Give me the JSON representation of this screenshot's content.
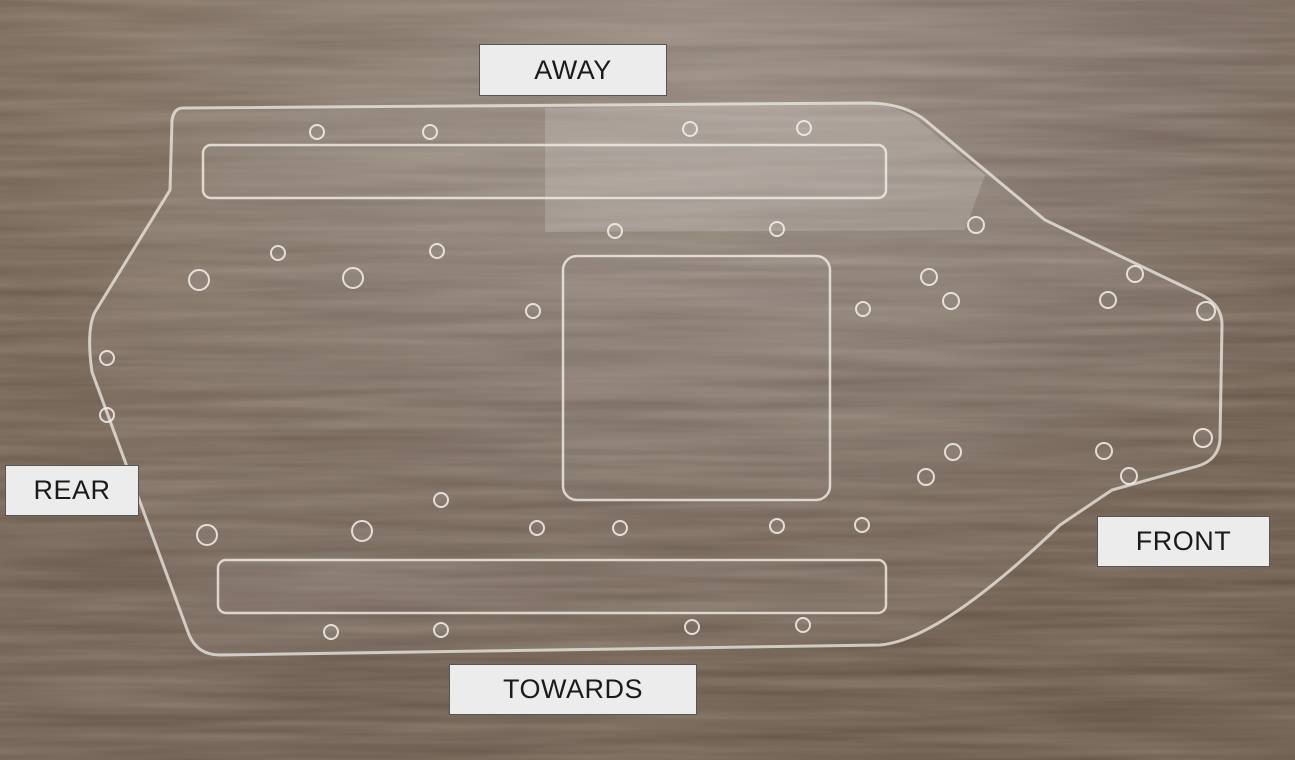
{
  "labels": {
    "away": "AWAY",
    "rear": "REAR",
    "front": "FRONT",
    "towards": "TOWARDS"
  },
  "colors": {
    "wood_dark": "#5a4a3b",
    "wood_light": "#8a7866",
    "label_bg": "#ececec",
    "label_border": "#555555",
    "acrylic_edge": "#e8e4de"
  }
}
